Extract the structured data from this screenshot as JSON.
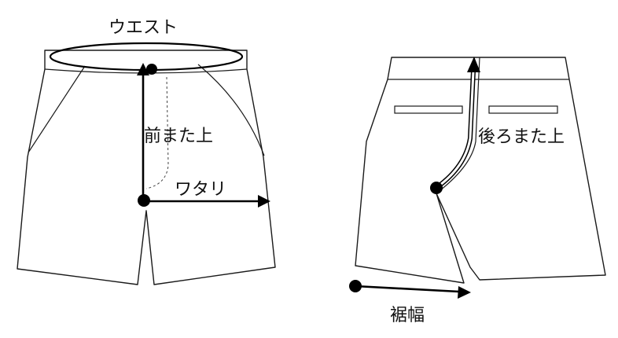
{
  "front": {
    "labels": {
      "waist": "ウエスト",
      "front_rise": "前また上",
      "thigh": "ワタリ"
    }
  },
  "back": {
    "labels": {
      "back_rise": "後ろまた上",
      "hem_width": "裾幅"
    }
  },
  "colors": {
    "line": "#1a1a1a",
    "measure": "#000000",
    "fill": "#ffffff"
  }
}
